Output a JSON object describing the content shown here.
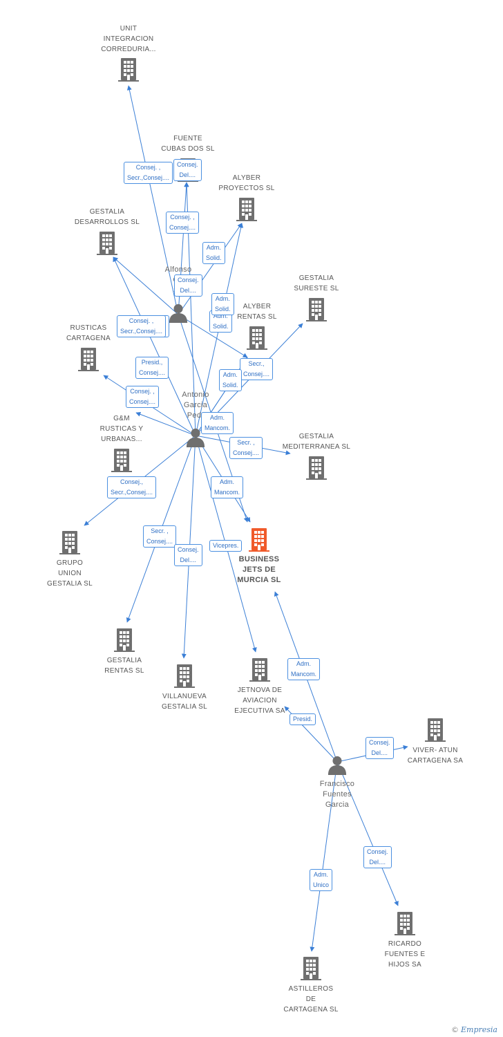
{
  "colors": {
    "edge": "#3b7fd6",
    "company": "#6f6f6f",
    "main_company": "#f05a2a",
    "person": "#6f6f6f"
  },
  "brand": {
    "copyright": "©",
    "name": "Empresia"
  },
  "nodes": [
    {
      "id": "unit",
      "type": "company",
      "lines": [
        "UNIT",
        "INTEGRACION",
        "CORREDURIA..."
      ]
    },
    {
      "id": "fuente",
      "type": "company",
      "lines": [
        "FUENTE",
        "CUBAS DOS SL"
      ]
    },
    {
      "id": "alyber_proy",
      "type": "company",
      "lines": [
        "ALYBER",
        "PROYECTOS SL"
      ]
    },
    {
      "id": "gest_des",
      "type": "company",
      "lines": [
        "GESTALIA",
        "DESARROLLOS SL"
      ]
    },
    {
      "id": "alfonso",
      "type": "person",
      "lines": [
        "Alfonso",
        "Ga",
        "Sa"
      ]
    },
    {
      "id": "gest_sur",
      "type": "company",
      "lines": [
        "GESTALIA",
        "SURESTE SL"
      ]
    },
    {
      "id": "alyber_ren",
      "type": "company",
      "lines": [
        "ALYBER",
        "RENTAS SL"
      ]
    },
    {
      "id": "rusticas",
      "type": "company",
      "lines": [
        "RUSTICAS",
        "CARTAGENA"
      ]
    },
    {
      "id": "antonio",
      "type": "person",
      "lines": [
        "Antonio",
        "Garcia",
        "Pedr"
      ]
    },
    {
      "id": "gm",
      "type": "company",
      "lines": [
        "G&M",
        "RUSTICAS Y",
        "URBANAS..."
      ]
    },
    {
      "id": "gest_med",
      "type": "company",
      "lines": [
        "GESTALIA",
        "MEDITERRANEA SL"
      ]
    },
    {
      "id": "business",
      "type": "main",
      "lines": [
        "BUSINESS",
        "JETS DE",
        "MURCIA SL"
      ]
    },
    {
      "id": "grupo",
      "type": "company",
      "lines": [
        "GRUPO",
        "UNION",
        "GESTALIA SL"
      ]
    },
    {
      "id": "gest_ren",
      "type": "company",
      "lines": [
        "GESTALIA",
        "RENTAS SL"
      ]
    },
    {
      "id": "villanueva",
      "type": "company",
      "lines": [
        "VILLANUEVA",
        "GESTALIA SL"
      ]
    },
    {
      "id": "jetnova",
      "type": "company",
      "lines": [
        "JETNOVA DE",
        "AVIACION",
        "EJECUTIVA SA"
      ]
    },
    {
      "id": "viver",
      "type": "company",
      "lines": [
        "VIVER- ATUN",
        "CARTAGENA SA"
      ]
    },
    {
      "id": "francisco",
      "type": "person",
      "lines": [
        "Francisco",
        "Fuentes",
        "Garcia"
      ]
    },
    {
      "id": "ricardo",
      "type": "company",
      "lines": [
        "RICARDO",
        "FUENTES E",
        "HIJOS SA"
      ]
    },
    {
      "id": "astilleros",
      "type": "company",
      "lines": [
        "ASTILLEROS",
        "DE",
        "CARTAGENA SL"
      ]
    }
  ],
  "edges": [
    {
      "from": "alfonso",
      "to": "unit",
      "label": [
        "Consej. ,",
        "Secr.,Consej...."
      ]
    },
    {
      "from": "alfonso",
      "to": "fuente",
      "label": [
        "Consej. ,",
        "Consej...."
      ]
    },
    {
      "from": "alfonso",
      "to": "alyber_proy",
      "label": [
        "Adm.",
        "Solid."
      ]
    },
    {
      "from": "alfonso",
      "to": "gest_des",
      "label": [
        "Consej. ,",
        "Secr.,Consej...."
      ]
    },
    {
      "from": "alfonso",
      "to": "alyber_ren",
      "label": [
        "Adm.",
        "Solid."
      ]
    },
    {
      "from": "alfonso",
      "to": "business",
      "label": [
        "Consej.",
        "Del...."
      ]
    },
    {
      "from": "antonio",
      "to": "fuente",
      "label": [
        "Consej.",
        "Del...."
      ]
    },
    {
      "from": "antonio",
      "to": "alyber_proy",
      "label": [
        "Adm.",
        "Solid."
      ]
    },
    {
      "from": "antonio",
      "to": "gest_des",
      "label": [
        "Consej. ,",
        "Secr.,Consej...."
      ]
    },
    {
      "from": "antonio",
      "to": "gest_sur",
      "label": [
        "Secr.,",
        "Consej...."
      ]
    },
    {
      "from": "antonio",
      "to": "alyber_ren",
      "label": [
        "Adm.",
        "Solid."
      ]
    },
    {
      "from": "antonio",
      "to": "rusticas",
      "label": [
        "Presid.,",
        "Consej...."
      ]
    },
    {
      "from": "antonio",
      "to": "gm",
      "label": [
        "Consej. ,",
        "Consej...."
      ]
    },
    {
      "from": "antonio",
      "to": "gest_med",
      "label": [
        "Secr. ,",
        "Consej...."
      ]
    },
    {
      "from": "antonio",
      "to": "business",
      "label": [
        "Adm.",
        "Mancom."
      ]
    },
    {
      "from": "antonio",
      "to": "grupo",
      "label": [
        "Consej.,",
        "Secr.,Consej...."
      ]
    },
    {
      "from": "antonio",
      "to": "gest_ren",
      "label": [
        "Secr. ,",
        "Consej...."
      ]
    },
    {
      "from": "antonio",
      "to": "villanueva",
      "label": [
        "Consej.",
        "Del...."
      ]
    },
    {
      "from": "antonio",
      "to": "jetnova",
      "label": [
        "Vicepres."
      ]
    },
    {
      "from": "antonio",
      "to": "alyber_ren",
      "label": [
        "Adm.",
        "Mancom."
      ]
    },
    {
      "from": "francisco",
      "to": "business",
      "label": [
        "Adm.",
        "Mancom."
      ]
    },
    {
      "from": "francisco",
      "to": "jetnova",
      "label": [
        "Presid."
      ]
    },
    {
      "from": "francisco",
      "to": "viver",
      "label": [
        "Consej.",
        "Del...."
      ]
    },
    {
      "from": "francisco",
      "to": "ricardo",
      "label": [
        "Consej.",
        "Del...."
      ]
    },
    {
      "from": "francisco",
      "to": "astilleros",
      "label": [
        "Adm.",
        "Unico"
      ]
    }
  ]
}
